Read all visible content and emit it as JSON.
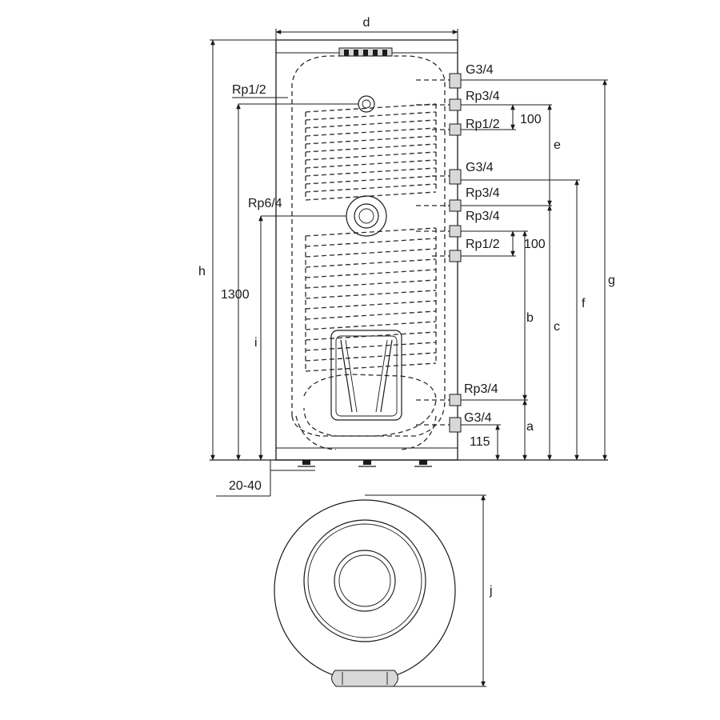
{
  "side_view": {
    "dims": {
      "d": "d",
      "h": "h",
      "g": "g",
      "f": "f",
      "c": "c",
      "e": "e",
      "b": "b",
      "a": "a",
      "i": "i",
      "height_1300": "1300",
      "offset_100_top": "100",
      "offset_100_mid": "100",
      "offset_115": "115",
      "feet_20_40": "20-40"
    },
    "connections": {
      "g34_top": "G3/4",
      "rp34_top": "Rp3/4",
      "rp12_top": "Rp1/2",
      "g34_mid": "G3/4",
      "rp34_mid_a": "Rp3/4",
      "rp34_mid_b": "Rp3/4",
      "rp12_mid": "Rp1/2",
      "rp34_low": "Rp3/4",
      "g34_low": "G3/4",
      "rp12_left": "Rp1/2",
      "rp64_left": "Rp6/4"
    }
  },
  "top_view": {
    "dims": {
      "j": "j"
    }
  }
}
